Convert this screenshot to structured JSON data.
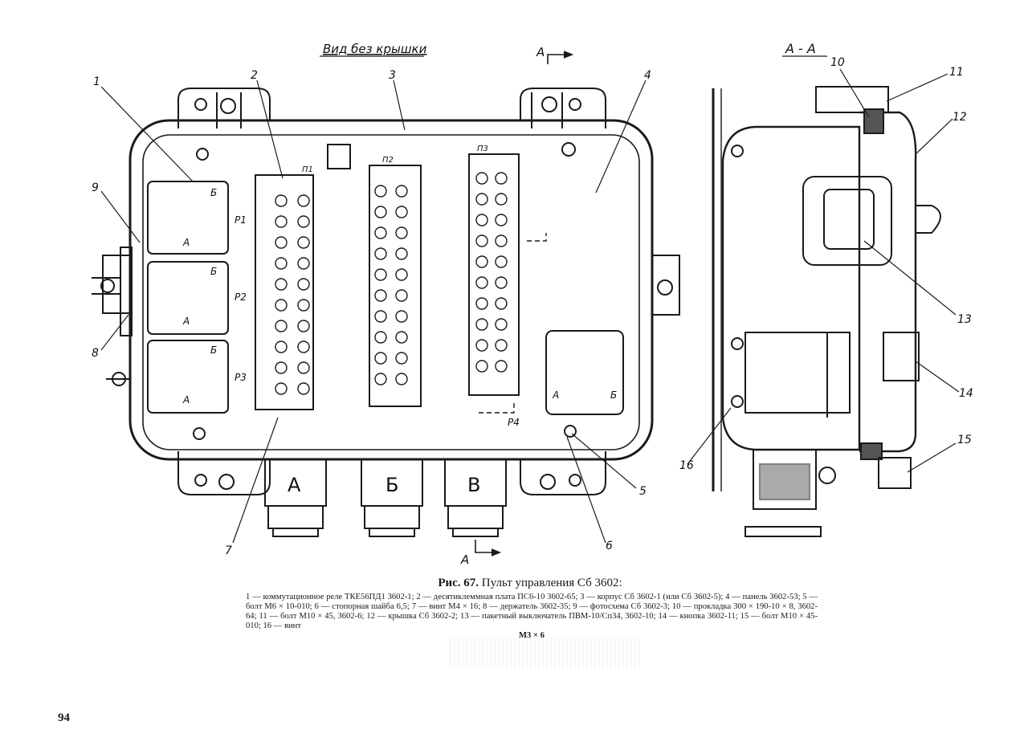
{
  "figure": {
    "view_label": "Вид без крышки",
    "section_label": "А - А",
    "section_arrow": "А",
    "connectors": [
      "А",
      "Б",
      "В"
    ],
    "relays": [
      {
        "label": "P1",
        "sign_a": "А",
        "sign_b": "Б"
      },
      {
        "label": "P2",
        "sign_a": "А",
        "sign_b": "Б"
      },
      {
        "label": "P3",
        "sign_a": "А",
        "sign_b": "Б"
      }
    ],
    "terminal_boards": [
      "П1",
      "П2",
      "П3"
    ],
    "photoscheme": {
      "label": "P4",
      "sign_a": "А",
      "sign_b": "Б"
    },
    "callouts_main": [
      "1",
      "2",
      "3",
      "4",
      "5",
      "6",
      "7",
      "8",
      "9"
    ],
    "callouts_section": [
      "10",
      "11",
      "12",
      "13",
      "14",
      "15",
      "16"
    ]
  },
  "caption": {
    "fig_no": "Рис. 67.",
    "title": "Пульт управления Сб 3602:",
    "body": "1 — коммутационное реле ТКЕ56ПД1 3602-1; 2 — десятиклеммная плата ПС6-10 3602-65; 3 — корпус Сб 3602-1 (или Сб 3602-5); 4 — панель 3602-53; 5 — болт М6 × 10-010; 6 — стопорная шайба 6,5; 7 — винт М4 × 16; 8 — держатель 3602-35; 9 — фотосхема Сб 3602-3; 10 — прокладка 300 × 190-10 × 8, 3602-64; 11 — болт М10 × 45, 3602-6; 12 — крышка Сб 3602-2; 13 — пакетный выключатель ПВМ-10/Сп34, 3602-10; 14 — кнопка 3602-11; 15 — болт М10 × 45-010; 16 — винт",
    "body_end": "М3 × 6"
  },
  "page_number": "94"
}
